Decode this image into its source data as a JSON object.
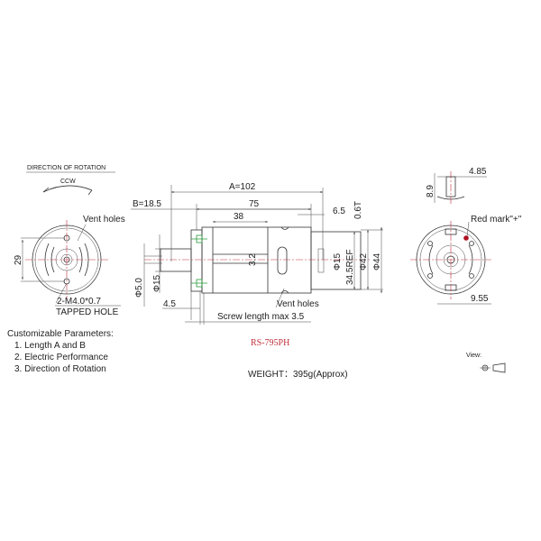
{
  "rotation": {
    "title": "DIRECTION OF ROTATION",
    "direction": "CCW"
  },
  "front_view": {
    "vent_label": "Vent holes",
    "dim_29": "29",
    "hole_label_1": "2-M4.0*0.7",
    "hole_label_2": "TAPPED HOLE"
  },
  "side_view": {
    "dim_A": "A=102",
    "dim_B": "B=18.5",
    "dim_75": "75",
    "dim_38": "38",
    "dim_6_5": "6.5",
    "dim_0_6T": "0.6T",
    "dim_3_2": "3.2",
    "dim_phi15_right": "Φ15",
    "dim_34_5REF": "34.5REF",
    "dim_phi42": "Φ42",
    "dim_phi44": "Φ44",
    "dim_phi5": "Φ5.0",
    "dim_phi15_left": "Φ15",
    "dim_4_5": "4.5",
    "vent_label": "Vent holes",
    "screw_label": "Screw length max 3.5",
    "model": "RS-795PH"
  },
  "rear_view": {
    "dim_4_85": "4.85",
    "dim_8_9": "8.9",
    "red_mark": "Red mark\"+\"",
    "dim_9_55": "9.55"
  },
  "params": {
    "title": "Customizable Parameters:",
    "items": [
      "1. Length A and B",
      "2. Electric Performance",
      "3. Direction of Rotation"
    ]
  },
  "weight": "WEIGHT：395g(Approx)",
  "view_label": "View:",
  "colors": {
    "model_text": "#c0303a",
    "center_line": "#c03040",
    "red_mark": "#b01020",
    "screw_marker": "#2a9a3a"
  }
}
